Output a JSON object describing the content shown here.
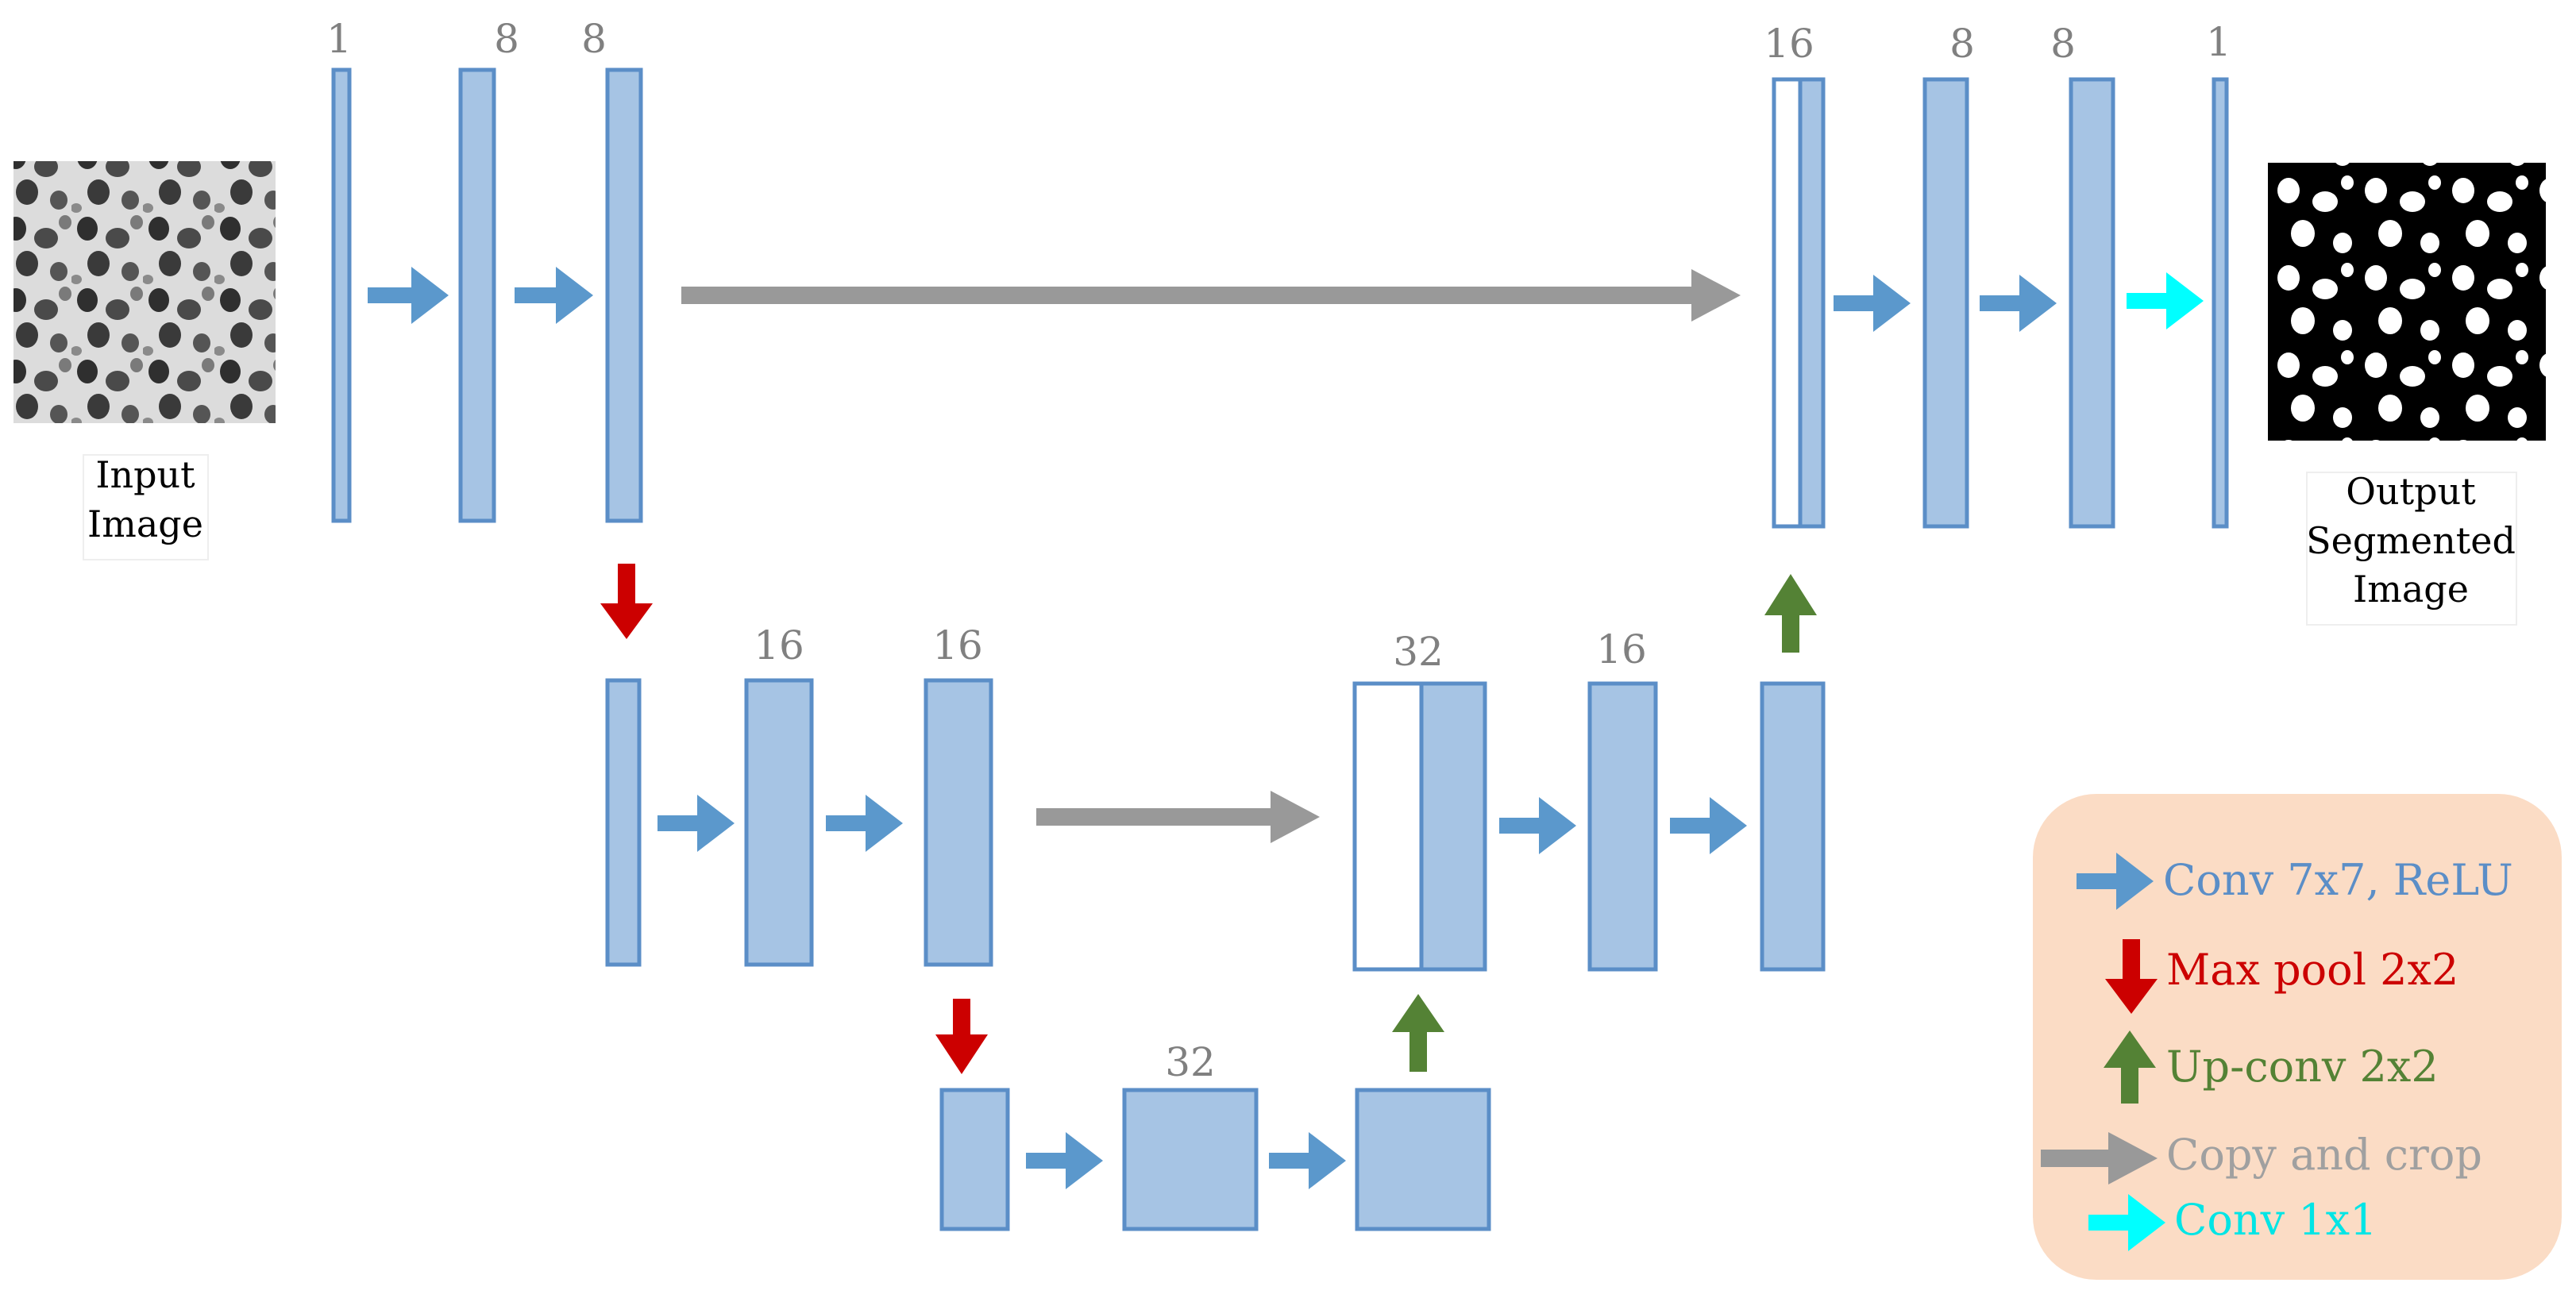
{
  "colors": {
    "block_fill": "#a6c4e4",
    "block_stroke": "#5b8ec7",
    "conv_arrow": "#5b98cc",
    "pool_arrow": "#cc0000",
    "upconv_arrow": "#548235",
    "copy_arrow": "#999999",
    "conv1x1_arrow": "#00ffff",
    "channel_label": "#808080",
    "legend_bg": "#fbdcc5"
  },
  "images": {
    "input_caption": [
      "Input",
      "Image"
    ],
    "output_caption": [
      "Output",
      "Segmented",
      "Image"
    ]
  },
  "channels": {
    "enc1": [
      "1",
      "8",
      "8"
    ],
    "enc2": [
      "16",
      "16"
    ],
    "bottleneck": [
      "32"
    ],
    "dec2": [
      "32",
      "16"
    ],
    "dec1": [
      "16",
      "8",
      "8",
      "1"
    ]
  },
  "legend": {
    "conv": "Conv 7x7, ReLU",
    "pool": "Max pool 2x2",
    "upconv": "Up-conv 2x2",
    "copy": "Copy and crop",
    "conv1x1": "Conv 1x1"
  }
}
